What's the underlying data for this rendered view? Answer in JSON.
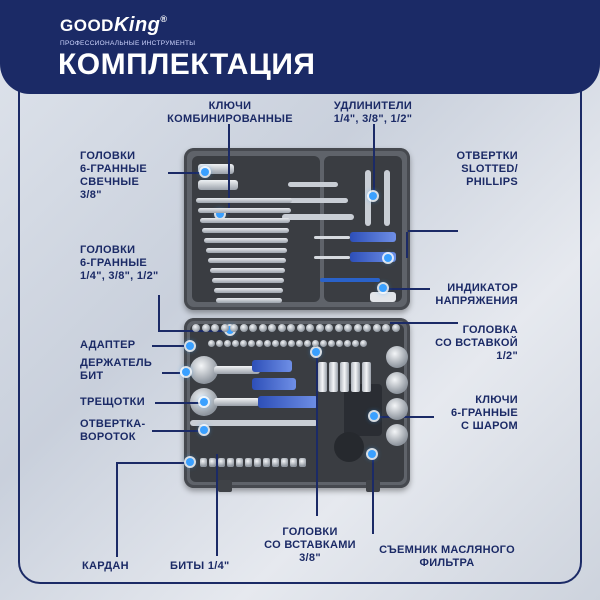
{
  "brand": {
    "logo_good": "GOOD",
    "logo_king": "King",
    "logo_reg": "®",
    "subtitle": "ПРОФЕССИОНАЛЬНЫЕ ИНСТРУМЕНТЫ"
  },
  "title": "КОМПЛЕКТАЦИЯ",
  "labels": {
    "combo_wrenches": "КЛЮЧИ\nКОМБИНИРОВАННЫЕ",
    "extensions": "УДЛИНИТЕЛИ\n1/4\", 3/8\", 1/2\"",
    "spark_sockets": "ГОЛОВКИ\n6-ГРАННЫЕ\nСВЕЧНЫЕ\n3/8\"",
    "screwdrivers": "ОТВЕРТКИ\nSLOTTED/\nPHILLIPS",
    "hex_sockets": "ГОЛОВКИ\n6-ГРАННЫЕ\n1/4\", 3/8\", 1/2\"",
    "voltage_tester": "ИНДИКАТОР\nНАПРЯЖЕНИЯ",
    "bit_socket_half": "ГОЛОВКА\nСО ВСТАВКОЙ\n1/2\"",
    "adapter": "АДАПТЕР",
    "bit_holder": "ДЕРЖАТЕЛЬ\nБИТ",
    "ratchets": "ТРЕЩОТКИ",
    "screwdriver_wrench": "ОТВЕРТКА-\nВОРОТОК",
    "ball_hex_keys": "КЛЮЧИ\n6-ГРАННЫЕ\nС ШАРОМ",
    "cardan": "КАРДАН",
    "bits": "БИТЫ 1/4\"",
    "bit_sockets": "ГОЛОВКИ\nСО ВСТАВКАМИ\n3/8\"",
    "oil_filter": "СЪЕМНИК МАСЛЯНОГО\nФИЛЬТРА"
  }
}
